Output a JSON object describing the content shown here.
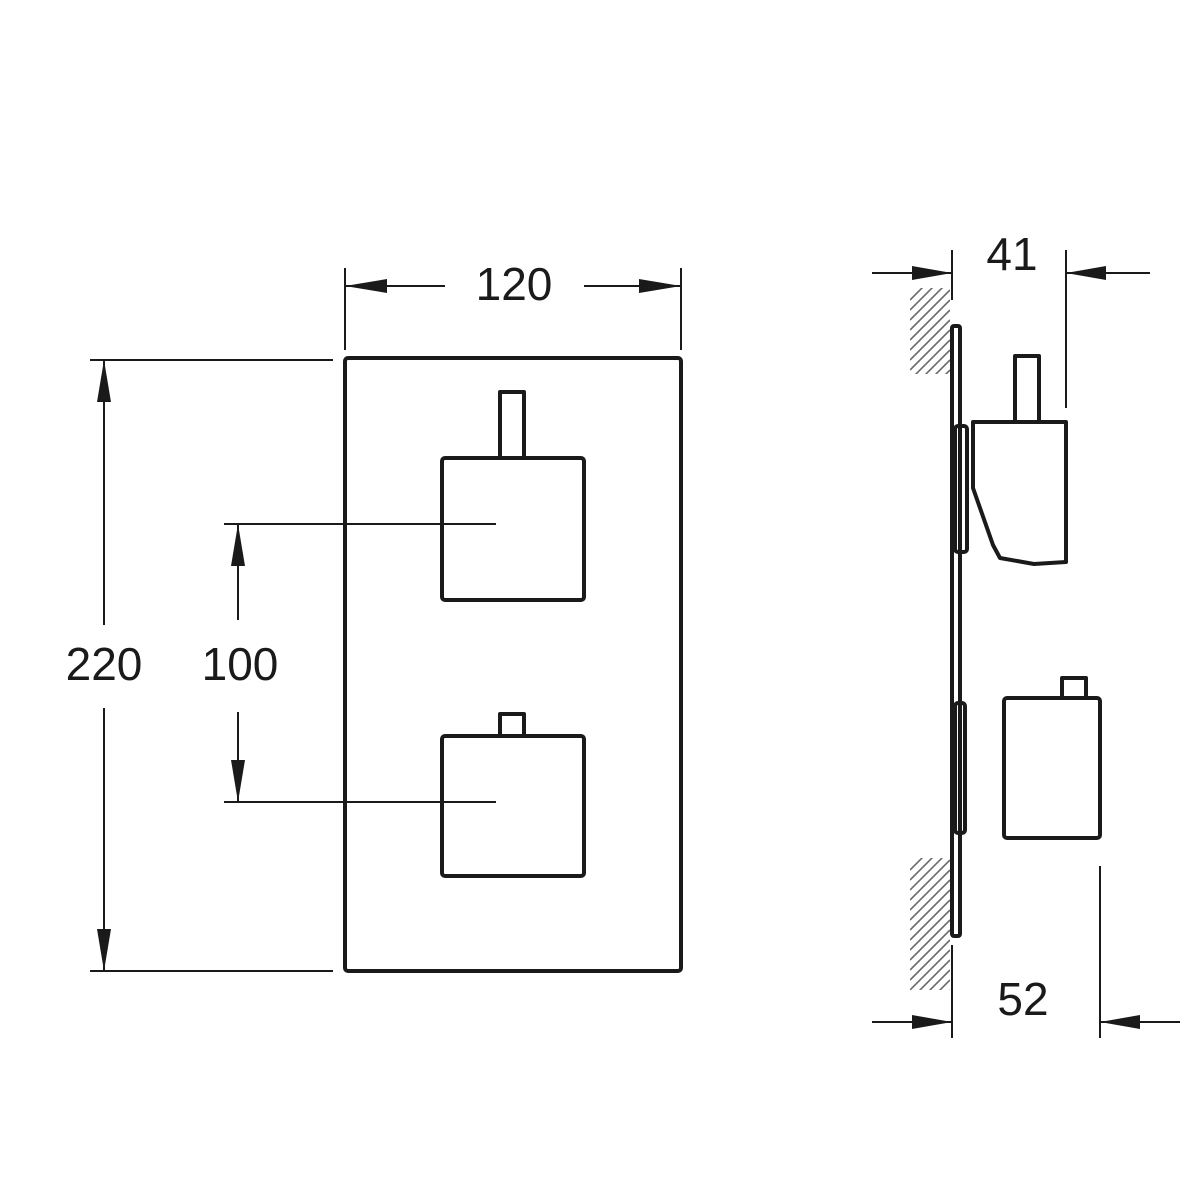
{
  "dimensions": {
    "front_width": "120",
    "front_height": "220",
    "handle_spacing": "100",
    "side_depth_top": "41",
    "side_depth_bottom": "52"
  },
  "colors": {
    "line": "#1a1a1a",
    "hatch": "#6a6a6a",
    "background": "#ffffff"
  }
}
